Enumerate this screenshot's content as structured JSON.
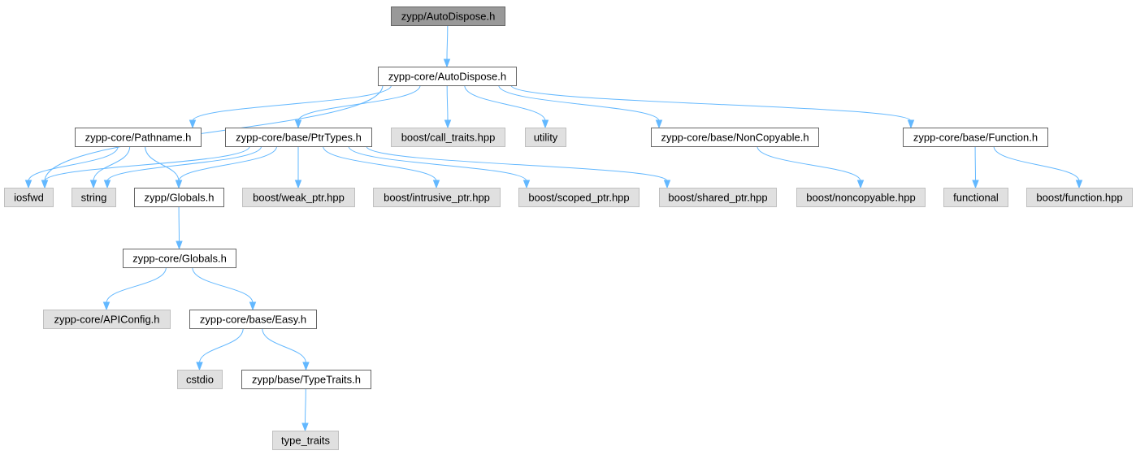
{
  "colors": {
    "root_fill": "#999999",
    "root_stroke": "#666666",
    "documented_fill": "#ffffff",
    "documented_stroke": "#666666",
    "external_fill": "#e0e0e0",
    "external_stroke": "#bfbfbf",
    "edge": "#63b8ff"
  },
  "nodes": [
    {
      "id": "n0",
      "label": "zypp/AutoDispose.h",
      "kind": "root"
    },
    {
      "id": "n1",
      "label": "zypp-core/AutoDispose.h",
      "kind": "documented"
    },
    {
      "id": "n2",
      "label": "zypp-core/Pathname.h",
      "kind": "documented"
    },
    {
      "id": "n3",
      "label": "zypp-core/base/PtrTypes.h",
      "kind": "documented"
    },
    {
      "id": "n4",
      "label": "boost/call_traits.hpp",
      "kind": "external"
    },
    {
      "id": "n5",
      "label": "utility",
      "kind": "external"
    },
    {
      "id": "n6",
      "label": "zypp-core/base/NonCopyable.h",
      "kind": "documented"
    },
    {
      "id": "n7",
      "label": "zypp-core/base/Function.h",
      "kind": "documented"
    },
    {
      "id": "n8",
      "label": "iosfwd",
      "kind": "external"
    },
    {
      "id": "n9",
      "label": "string",
      "kind": "external"
    },
    {
      "id": "n10",
      "label": "zypp/Globals.h",
      "kind": "documented"
    },
    {
      "id": "n11",
      "label": "boost/weak_ptr.hpp",
      "kind": "external"
    },
    {
      "id": "n12",
      "label": "boost/intrusive_ptr.hpp",
      "kind": "external"
    },
    {
      "id": "n13",
      "label": "boost/scoped_ptr.hpp",
      "kind": "external"
    },
    {
      "id": "n14",
      "label": "boost/shared_ptr.hpp",
      "kind": "external"
    },
    {
      "id": "n15",
      "label": "boost/noncopyable.hpp",
      "kind": "external"
    },
    {
      "id": "n16",
      "label": "functional",
      "kind": "external"
    },
    {
      "id": "n17",
      "label": "boost/function.hpp",
      "kind": "external"
    },
    {
      "id": "n18",
      "label": "zypp-core/Globals.h",
      "kind": "documented"
    },
    {
      "id": "n19",
      "label": "zypp-core/APIConfig.h",
      "kind": "external"
    },
    {
      "id": "n20",
      "label": "zypp-core/base/Easy.h",
      "kind": "documented"
    },
    {
      "id": "n21",
      "label": "cstdio",
      "kind": "external"
    },
    {
      "id": "n22",
      "label": "zypp/base/TypeTraits.h",
      "kind": "documented"
    },
    {
      "id": "n23",
      "label": "type_traits",
      "kind": "external"
    }
  ],
  "edges": [
    {
      "from": "n0",
      "to": "n1"
    },
    {
      "from": "n1",
      "to": "n8"
    },
    {
      "from": "n1",
      "to": "n2"
    },
    {
      "from": "n1",
      "to": "n3"
    },
    {
      "from": "n1",
      "to": "n4"
    },
    {
      "from": "n1",
      "to": "n5"
    },
    {
      "from": "n1",
      "to": "n6"
    },
    {
      "from": "n1",
      "to": "n7"
    },
    {
      "from": "n2",
      "to": "n8"
    },
    {
      "from": "n2",
      "to": "n9"
    },
    {
      "from": "n2",
      "to": "n10"
    },
    {
      "from": "n3",
      "to": "n8"
    },
    {
      "from": "n3",
      "to": "n9"
    },
    {
      "from": "n3",
      "to": "n10"
    },
    {
      "from": "n3",
      "to": "n11"
    },
    {
      "from": "n3",
      "to": "n12"
    },
    {
      "from": "n3",
      "to": "n13"
    },
    {
      "from": "n3",
      "to": "n14"
    },
    {
      "from": "n6",
      "to": "n15"
    },
    {
      "from": "n7",
      "to": "n16"
    },
    {
      "from": "n7",
      "to": "n17"
    },
    {
      "from": "n10",
      "to": "n18"
    },
    {
      "from": "n18",
      "to": "n19"
    },
    {
      "from": "n18",
      "to": "n20"
    },
    {
      "from": "n20",
      "to": "n21"
    },
    {
      "from": "n20",
      "to": "n22"
    },
    {
      "from": "n22",
      "to": "n23"
    }
  ]
}
